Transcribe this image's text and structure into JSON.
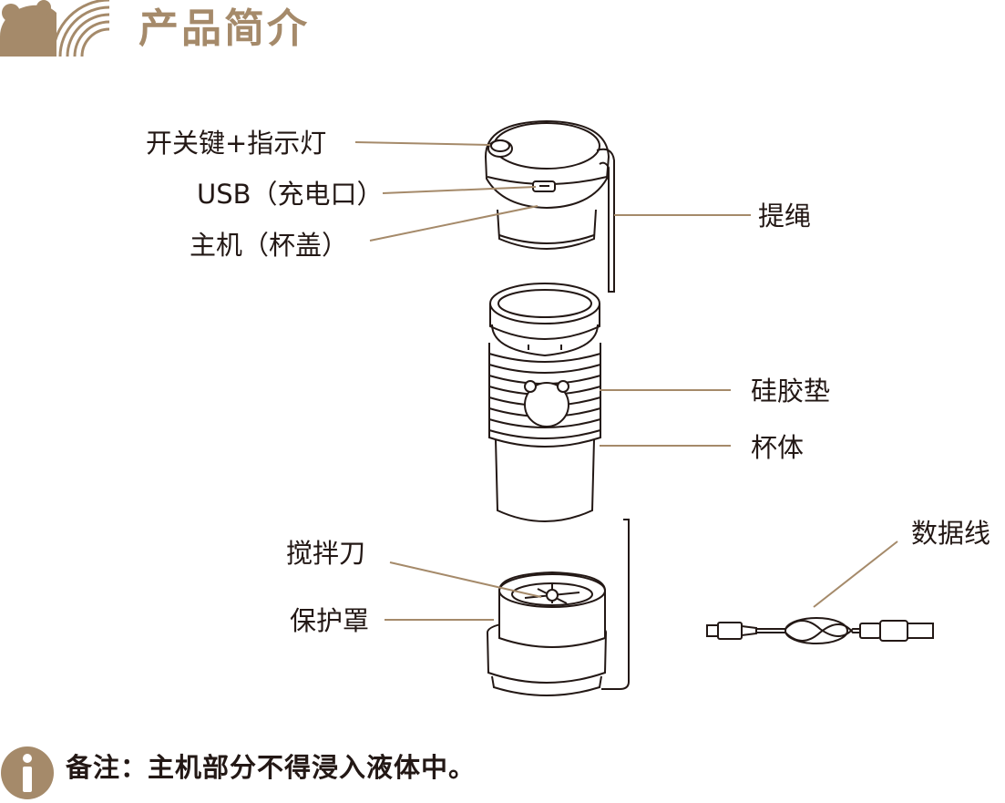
{
  "header": {
    "title": "产品简介",
    "logo_icon": "bear-arc-logo-icon"
  },
  "colors": {
    "accent": "#a58a6a",
    "leader": "#a58a6a",
    "outline": "#231815",
    "text": "#231815"
  },
  "labels": {
    "power_button": "开关键+指示灯",
    "usb_port": "USB（充电口）",
    "main_unit": "主机（杯盖）",
    "strap": "提绳",
    "silicone_pad": "硅胶垫",
    "cup_body": "杯体",
    "blade": "搅拌刀",
    "guard": "保护罩",
    "data_cable": "数据线"
  },
  "note": {
    "icon": "info-icon",
    "text": "备注：主机部分不得浸入液体中。"
  }
}
